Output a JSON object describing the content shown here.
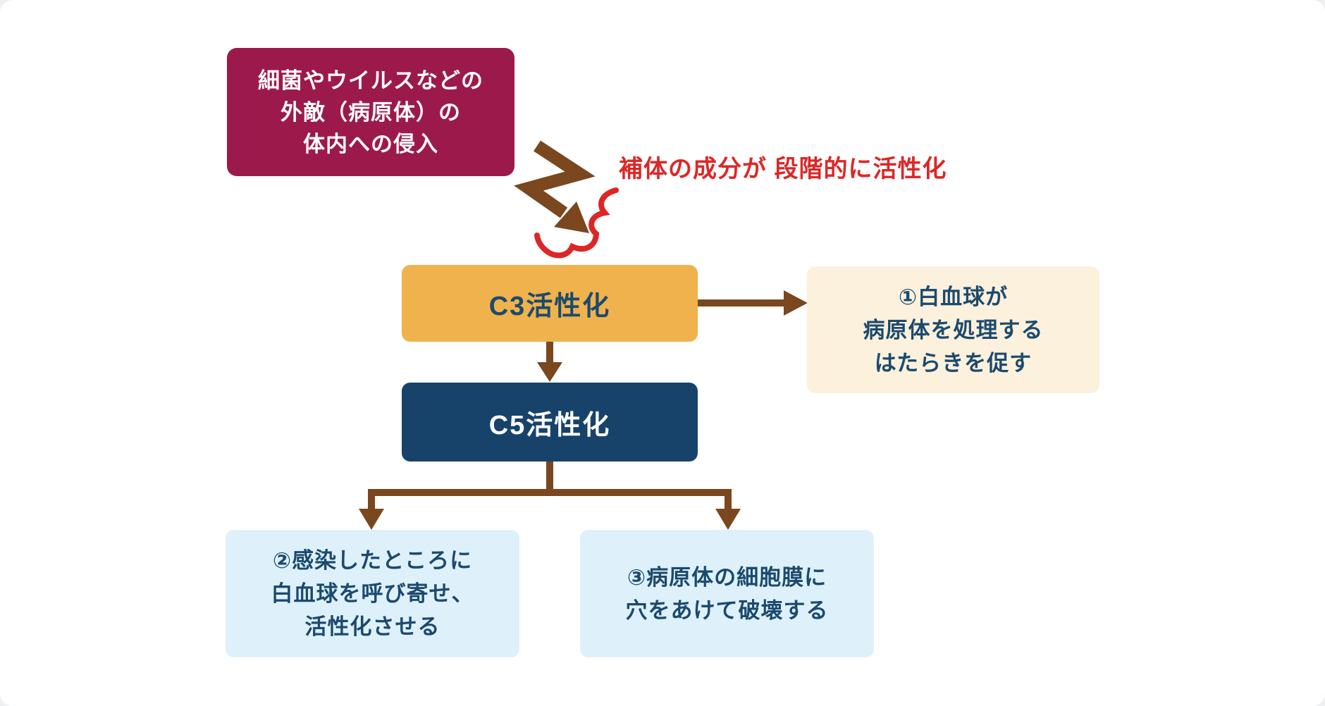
{
  "colors": {
    "maroon": "#9C1A4B",
    "orange": "#EFB24D",
    "navy": "#17436B",
    "cream": "#FBF1DC",
    "lightblue": "#DEF1FB",
    "navy-text": "#1C4A6E",
    "red": "#DC2726",
    "arrow-brown": "#7A471E"
  },
  "diagram": {
    "pathogen_box": {
      "lines": [
        "細菌やウイルスなどの",
        "外敵（病原体）の",
        "体内への侵入"
      ]
    },
    "trigger_note": {
      "lines": [
        "補体の成分が",
        "段階的に活性化"
      ]
    },
    "c3_box": {
      "label": "C3活性化"
    },
    "c5_box": {
      "label": "C5活性化"
    },
    "effect1_box": {
      "lines": [
        "①白血球が",
        "病原体を処理する",
        "はたらきを促す"
      ]
    },
    "effect2_box": {
      "lines": [
        "②感染したところに",
        "白血球を呼び寄せ、",
        "活性化させる"
      ]
    },
    "effect3_box": {
      "lines": [
        "③病原体の細胞膜に",
        "穴をあけて破壊する"
      ]
    }
  }
}
